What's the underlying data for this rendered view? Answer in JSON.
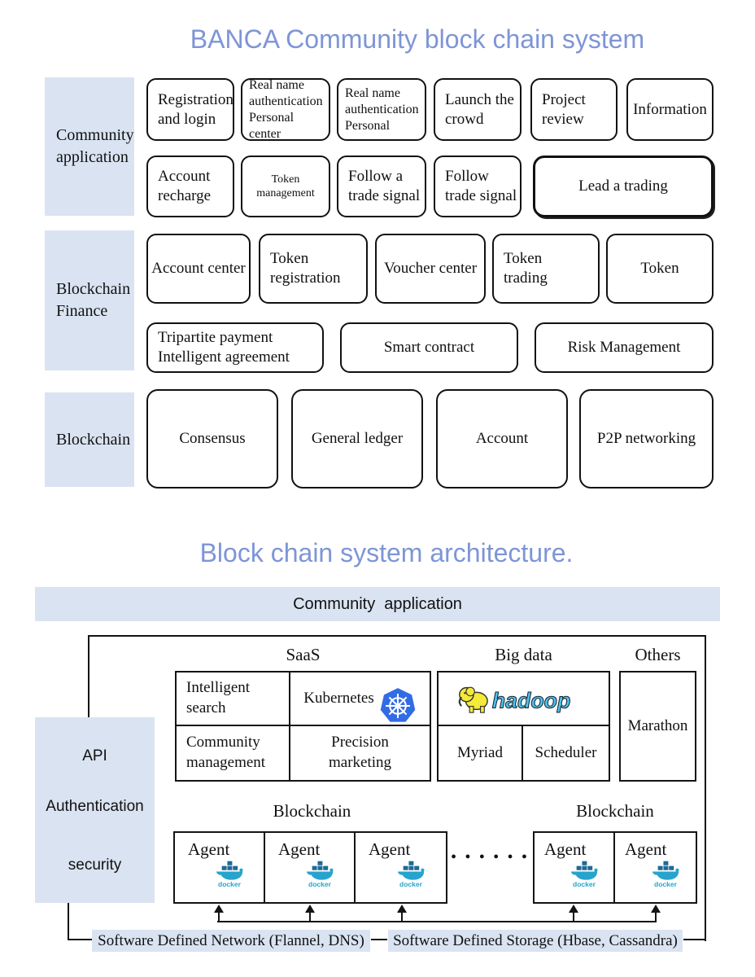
{
  "colors": {
    "title_blue": "#7e95d6",
    "panel_blue": "#dae3f1",
    "line_black": "#141414",
    "kubernetes_blue": "#326ce5",
    "docker_teal": "#27a4cc",
    "hadoop_yellow": "#f4ea39",
    "hadoop_text_blue": "#4fc3f1"
  },
  "icons": {
    "kubernetes": "ship-wheel-heptagon",
    "docker": "whale-with-containers",
    "hadoop": "yellow-elephant"
  },
  "diagram1": {
    "title": "BANCA Community block chain system",
    "sidebars": [
      "Community\napplication",
      "Blockchain\nFinance",
      "Blockchain"
    ],
    "boxes": [
      "Registration\nand login",
      "Real name\nauthentication\nPersonal center",
      "Real name\nauthentication\nPersonal",
      "Launch the\ncrowd",
      "Project\nreview",
      "Information",
      "Account\nrecharge",
      "Token management",
      "Follow a\ntrade signal",
      "Follow\ntrade signal",
      "Lead a trading",
      "Account center",
      "Token\nregistration",
      "Voucher center",
      "Token\ntrading",
      "Token",
      "Tripartite payment\nIntelligent agreement",
      "Smart contract",
      "Risk Management",
      "Consensus",
      "General ledger",
      "Account",
      "P2P networking"
    ]
  },
  "diagram2": {
    "title": "Block chain system architecture.",
    "top_bar": "Community  application",
    "api_panel": [
      "API",
      "Authentication",
      "security"
    ],
    "section_headers": [
      "SaaS",
      "Big data",
      "Others"
    ],
    "saas_cells": [
      "Intelligent\nsearch",
      "Kubernetes",
      "Community\nmanagement",
      "Precision\nmarketing"
    ],
    "bigdata_cells": [
      "Myriad",
      "Scheduler"
    ],
    "hadoop_word": "hadoop",
    "docker_word": "docker",
    "others_cell": "Marathon",
    "blockchain_headers": [
      "Blockchain",
      "Blockchain"
    ],
    "agent_label": "Agent",
    "dots": "● ● ● ● ● ●",
    "bottom_labels": [
      "Software Defined Network (Flannel, DNS)",
      "Software Defined Storage (Hbase, Cassandra)"
    ]
  }
}
